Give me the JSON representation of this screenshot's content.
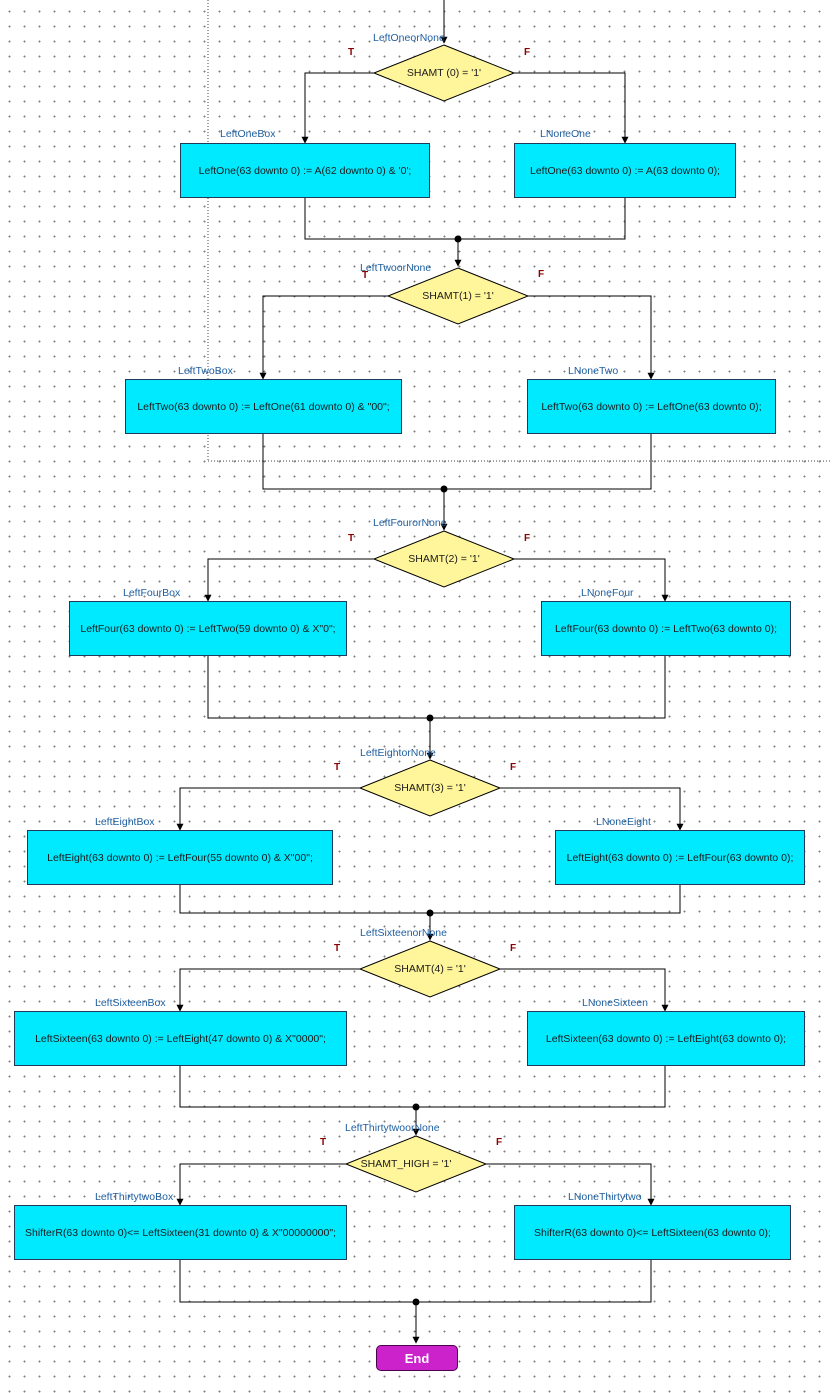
{
  "diagram": {
    "decisions": [
      {
        "name": "LeftOneorNone",
        "condition": "SHAMT (0) = '1'",
        "true_label": "T",
        "false_label": "F"
      },
      {
        "name": "LeftTwoorNone",
        "condition": "SHAMT(1) = '1'",
        "true_label": "T",
        "false_label": "F"
      },
      {
        "name": "LeftFourorNone",
        "condition": "SHAMT(2) = '1'",
        "true_label": "T",
        "false_label": "F"
      },
      {
        "name": "LeftEightorNone",
        "condition": "SHAMT(3) = '1'",
        "true_label": "T",
        "false_label": "F"
      },
      {
        "name": "LeftSixteenorNone",
        "condition": "SHAMT(4) = '1'",
        "true_label": "T",
        "false_label": "F"
      },
      {
        "name": "LeftThirtytwoorNone",
        "condition": "SHAMT_HIGH = '1'",
        "true_label": "T",
        "false_label": "F"
      }
    ],
    "actions": [
      {
        "name": "LeftOneBox",
        "statement": "LeftOne(63 downto 0) := A(62 downto 0) & '0';"
      },
      {
        "name": "LNoneOne",
        "statement": "LeftOne(63 downto 0) := A(63 downto 0);"
      },
      {
        "name": "LeftTwoBox",
        "statement": "LeftTwo(63 downto 0) := LeftOne(61 downto 0) & \"00\";"
      },
      {
        "name": "LNoneTwo",
        "statement": "LeftTwo(63 downto 0) := LeftOne(63 downto 0);"
      },
      {
        "name": "LeftFourBox",
        "statement": "LeftFour(63 downto 0) := LeftTwo(59 downto 0) & X\"0\";"
      },
      {
        "name": "LNoneFour",
        "statement": "LeftFour(63 downto 0) := LeftTwo(63 downto 0);"
      },
      {
        "name": "LeftEightBox",
        "statement": "LeftEight(63 downto 0) := LeftFour(55 downto 0) & X\"00\";"
      },
      {
        "name": "LNoneEight",
        "statement": "LeftEight(63 downto 0) := LeftFour(63 downto 0);"
      },
      {
        "name": "LeftSixteenBox",
        "statement": "LeftSixteen(63 downto 0) := LeftEight(47 downto 0) & X\"0000\";"
      },
      {
        "name": "LNoneSixteen",
        "statement": "LeftSixteen(63 downto 0) := LeftEight(63 downto 0);"
      },
      {
        "name": "LeftThirtytwoBox",
        "statement": "ShifterR(63 downto 0)<= LeftSixteen(31 downto 0) & X\"00000000\";"
      },
      {
        "name": "LNoneThirtytwo",
        "statement": "ShifterR(63 downto 0)<= LeftSixteen(63 downto 0);"
      }
    ],
    "end_label": "End",
    "colors": {
      "action_fill": "#00eaff",
      "decision_fill": "#fff59a",
      "end_fill": "#cc22cc",
      "label_text": "#1f5fa0",
      "branch_text": "#8b0000"
    }
  }
}
